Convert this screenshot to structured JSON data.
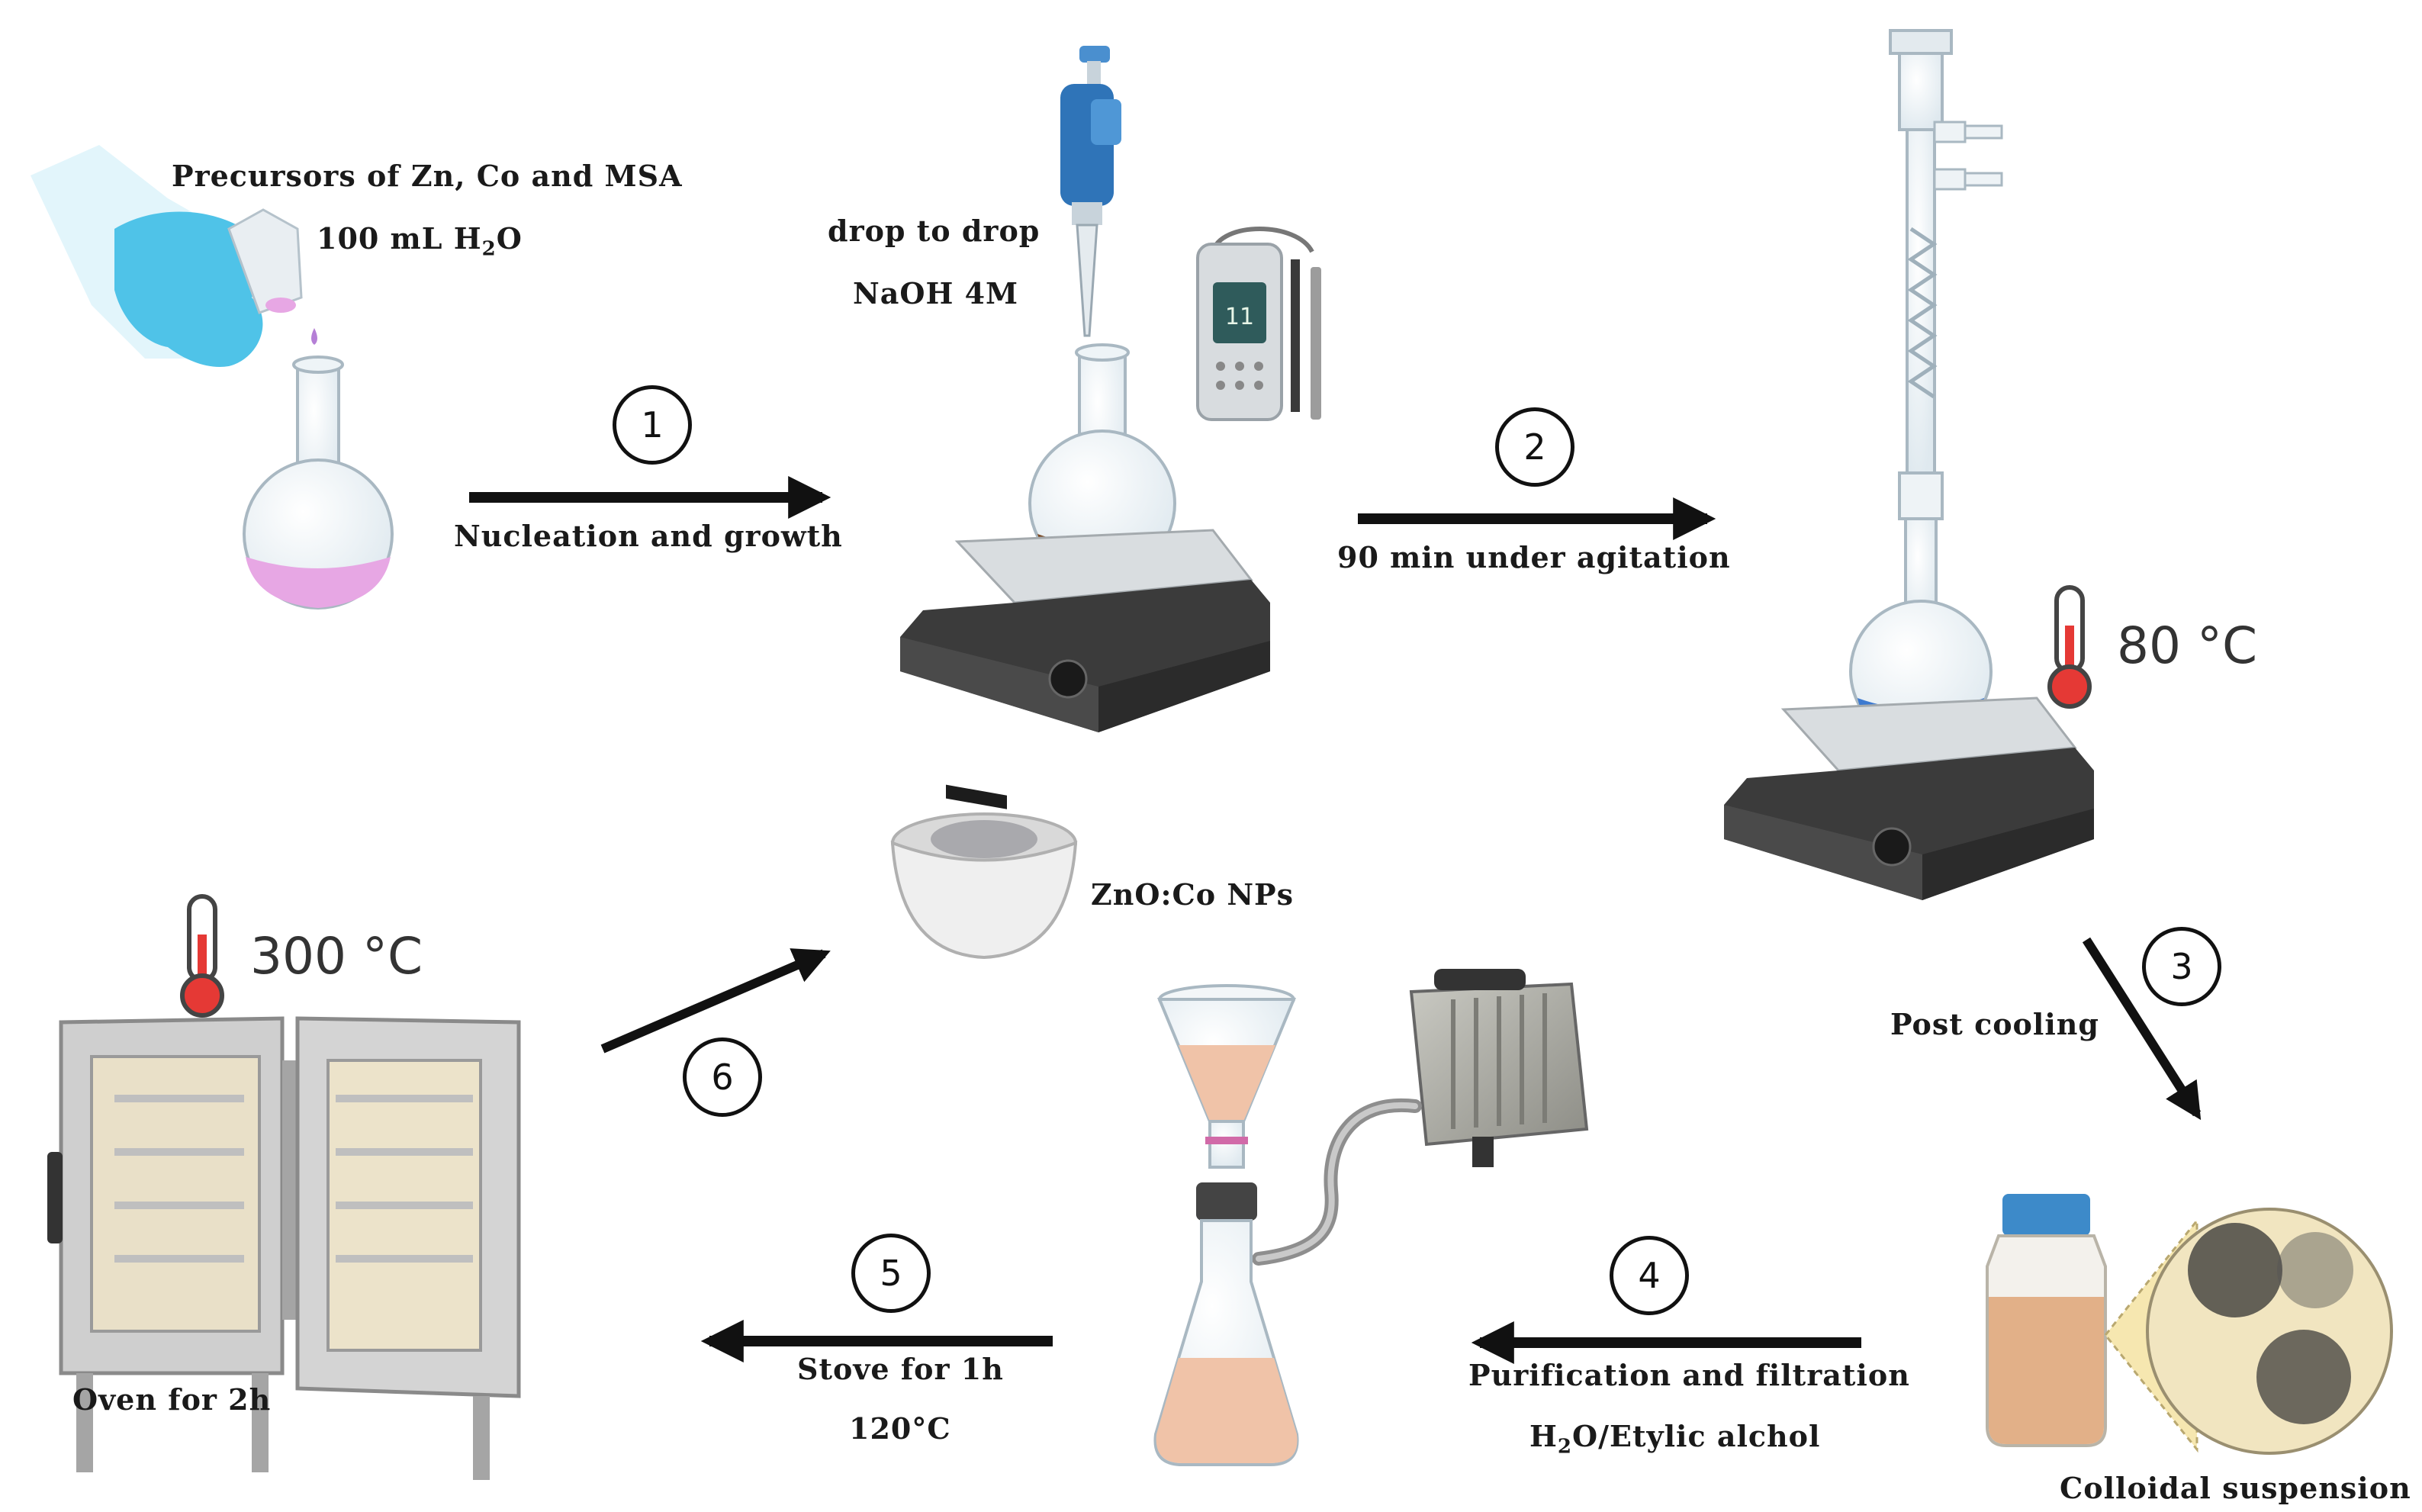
{
  "steps": [
    {
      "num": "1",
      "label": "Nucleation and growth"
    },
    {
      "num": "2",
      "label": "90 min under agitation"
    },
    {
      "num": "3",
      "label": "Post cooling"
    },
    {
      "num": "4",
      "label": "Purification and filtration",
      "sublabel_main": "H",
      "sublabel_sub": "2",
      "sublabel_rest": "O/Etylic alchol"
    },
    {
      "num": "5",
      "label": "Stove for 1h",
      "sublabel": "120°C"
    },
    {
      "num": "6"
    }
  ],
  "precursors": {
    "line1": "Precursors of Zn, Co and MSA",
    "line2_main": "100 mL H",
    "line2_sub": "2",
    "line2_rest": "O"
  },
  "titration": {
    "line1": "drop to drop",
    "line2": "NaOH 4M",
    "ph_value": "11"
  },
  "reflux_temp": "80 °C",
  "oven": {
    "temp": "300 °C",
    "label": "Oven for 2h"
  },
  "product_label": "ZnO:Co NPs",
  "colloid_label": "Colloidal suspension",
  "colors": {
    "flask_pink": "#e7a7e4",
    "brown_solution": "#7a4a26",
    "blue_solution": "#3d7ad0",
    "peach_liquid": "#f0c3a8",
    "glove": "#4fc3e8",
    "arrow": "#111111"
  }
}
